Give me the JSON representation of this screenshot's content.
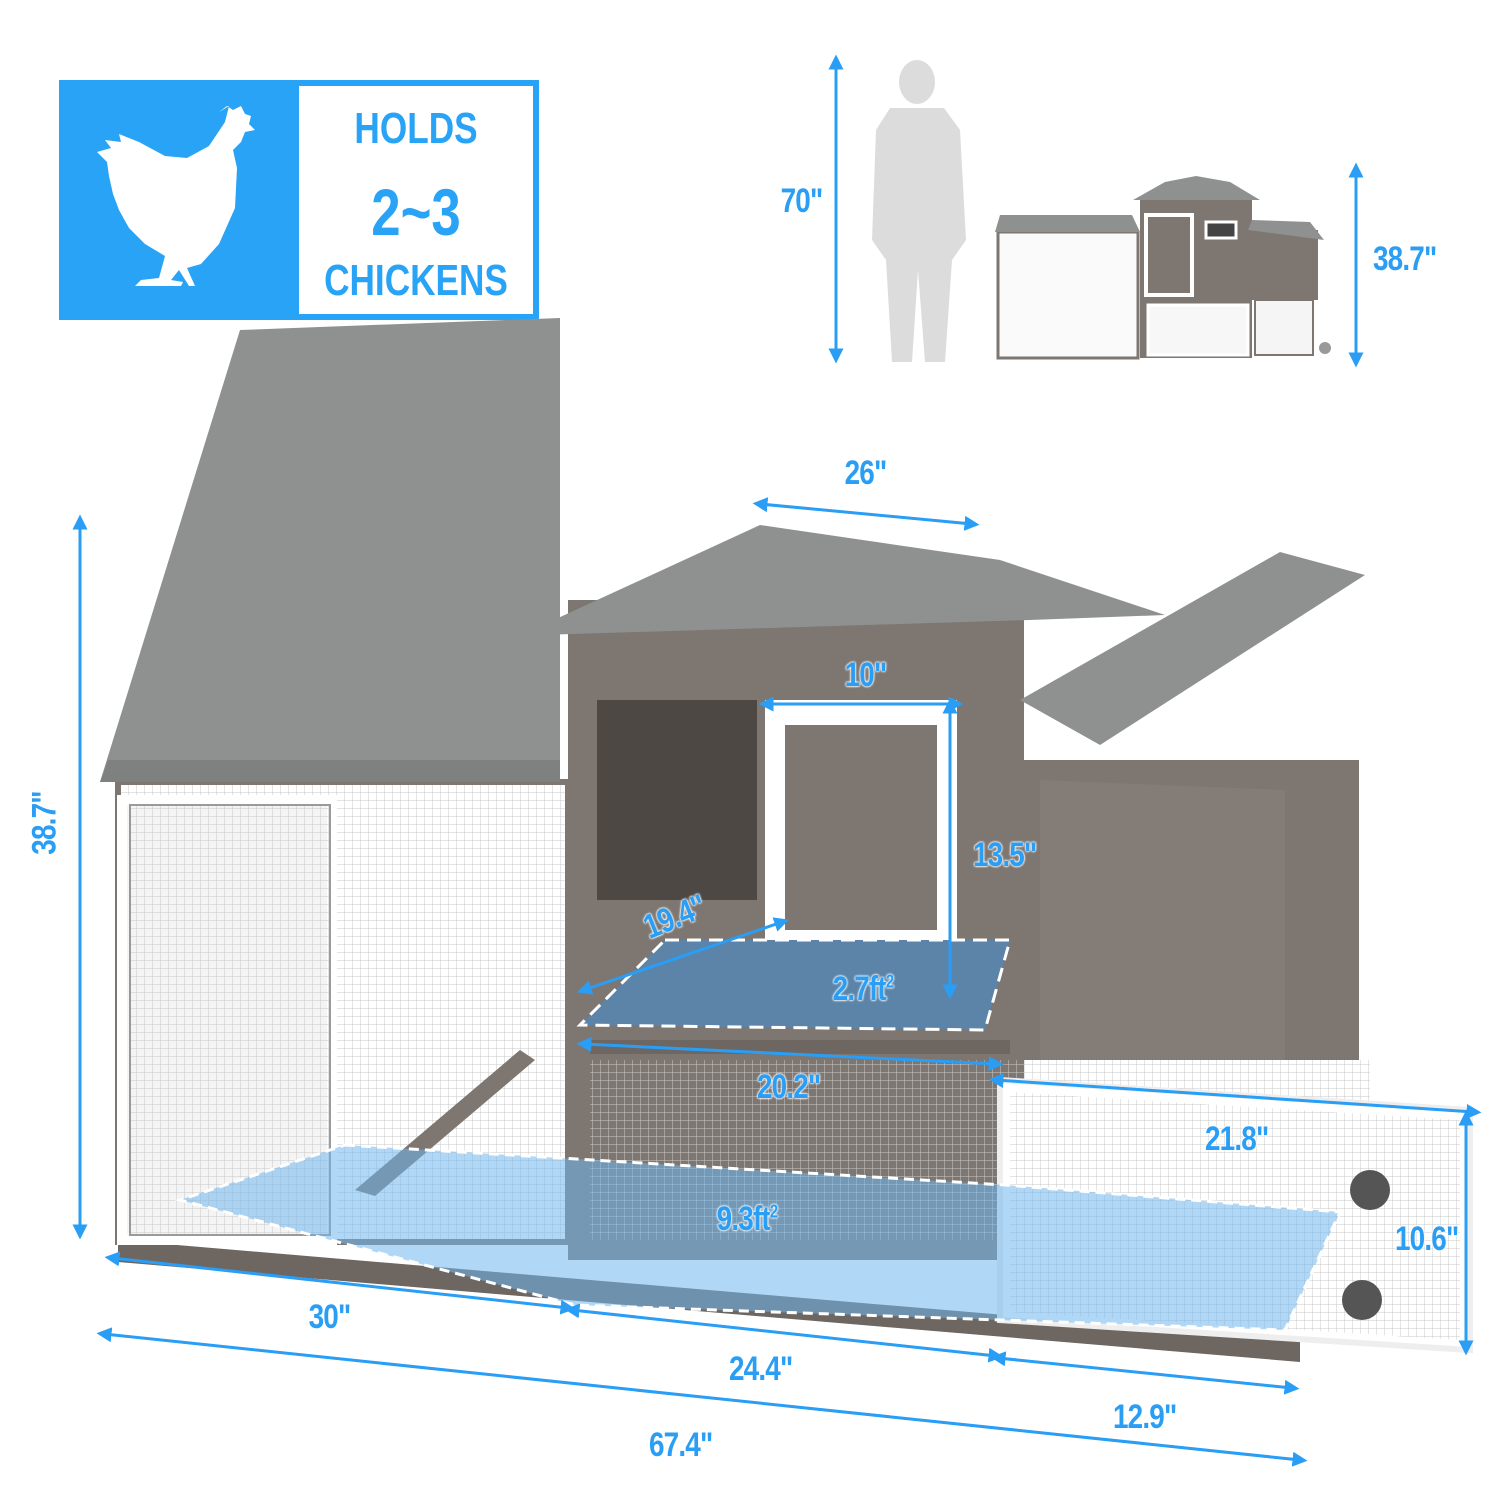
{
  "badge": {
    "icon": "chicken-icon",
    "line1": "HOLDS",
    "line2": "2~3",
    "line3": "CHICKENS",
    "bg_color": "#29a3f5"
  },
  "scale_comparison": {
    "person_height": "70\"",
    "coop_height": "38.7\""
  },
  "main_dimensions": {
    "overall_height": "38.7\"",
    "roof_width": "26\"",
    "door_width": "10\"",
    "door_height": "13.5\"",
    "nest_depth": "19.4\"",
    "nest_area": "2.7ft",
    "nest_area_sup": "2",
    "nest_width": "20.2\"",
    "run_area": "9.3ft",
    "run_area_sup": "2",
    "tray_length": "21.8\"",
    "tray_height": "10.6\"",
    "left_run_length": "30\"",
    "middle_length": "24.4\"",
    "right_length": "12.9\"",
    "total_length": "67.4\""
  },
  "colors": {
    "accent": "#2a9df4",
    "wood": "#7d7671",
    "roof": "#8f9190",
    "highlight_fill": "#6fb6ec"
  }
}
